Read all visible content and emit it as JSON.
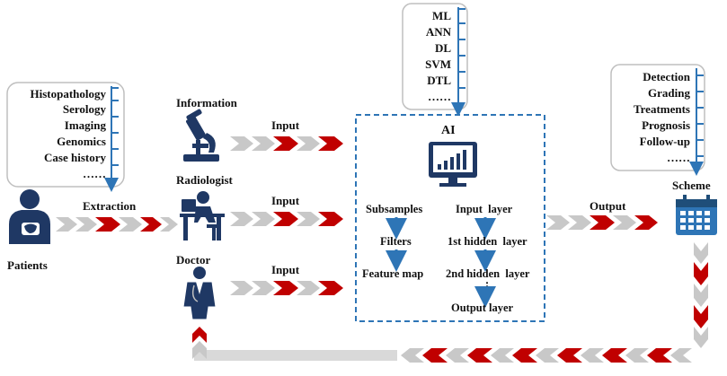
{
  "sources": {
    "items": [
      "Histopathology",
      "Serology",
      "Imaging",
      "Genomics",
      "Case history",
      "……"
    ]
  },
  "patients_label": "Patients",
  "extraction_label": "Extraction",
  "information_label": "Information",
  "radiologist_label": "Radiologist",
  "doctor_label": "Doctor",
  "input_labels": [
    "Input",
    "Input",
    "Input"
  ],
  "methods": {
    "items": [
      "ML",
      "ANN",
      "DL",
      "SVM",
      "DTL",
      "……"
    ]
  },
  "ai": {
    "title": "AI",
    "left_column": [
      "Subsamples",
      "Filters",
      "Feature map"
    ],
    "right_column": [
      "Input  layer",
      "1st hidden  layer",
      "2nd hidden  layer",
      "⋮",
      "Output layer"
    ]
  },
  "output_label": "Output",
  "scheme_label": "Scheme",
  "scheme_items": {
    "items": [
      "Detection",
      "Grading",
      "Treatments",
      "Prognosis",
      "Follow-up",
      "……"
    ]
  },
  "colors": {
    "accent_blue": "#2e75b6",
    "icon_navy": "#1f3864",
    "chevron_red": "#c00000",
    "chevron_gray": "#c8c8c8",
    "card_border": "#bfbfbf"
  }
}
